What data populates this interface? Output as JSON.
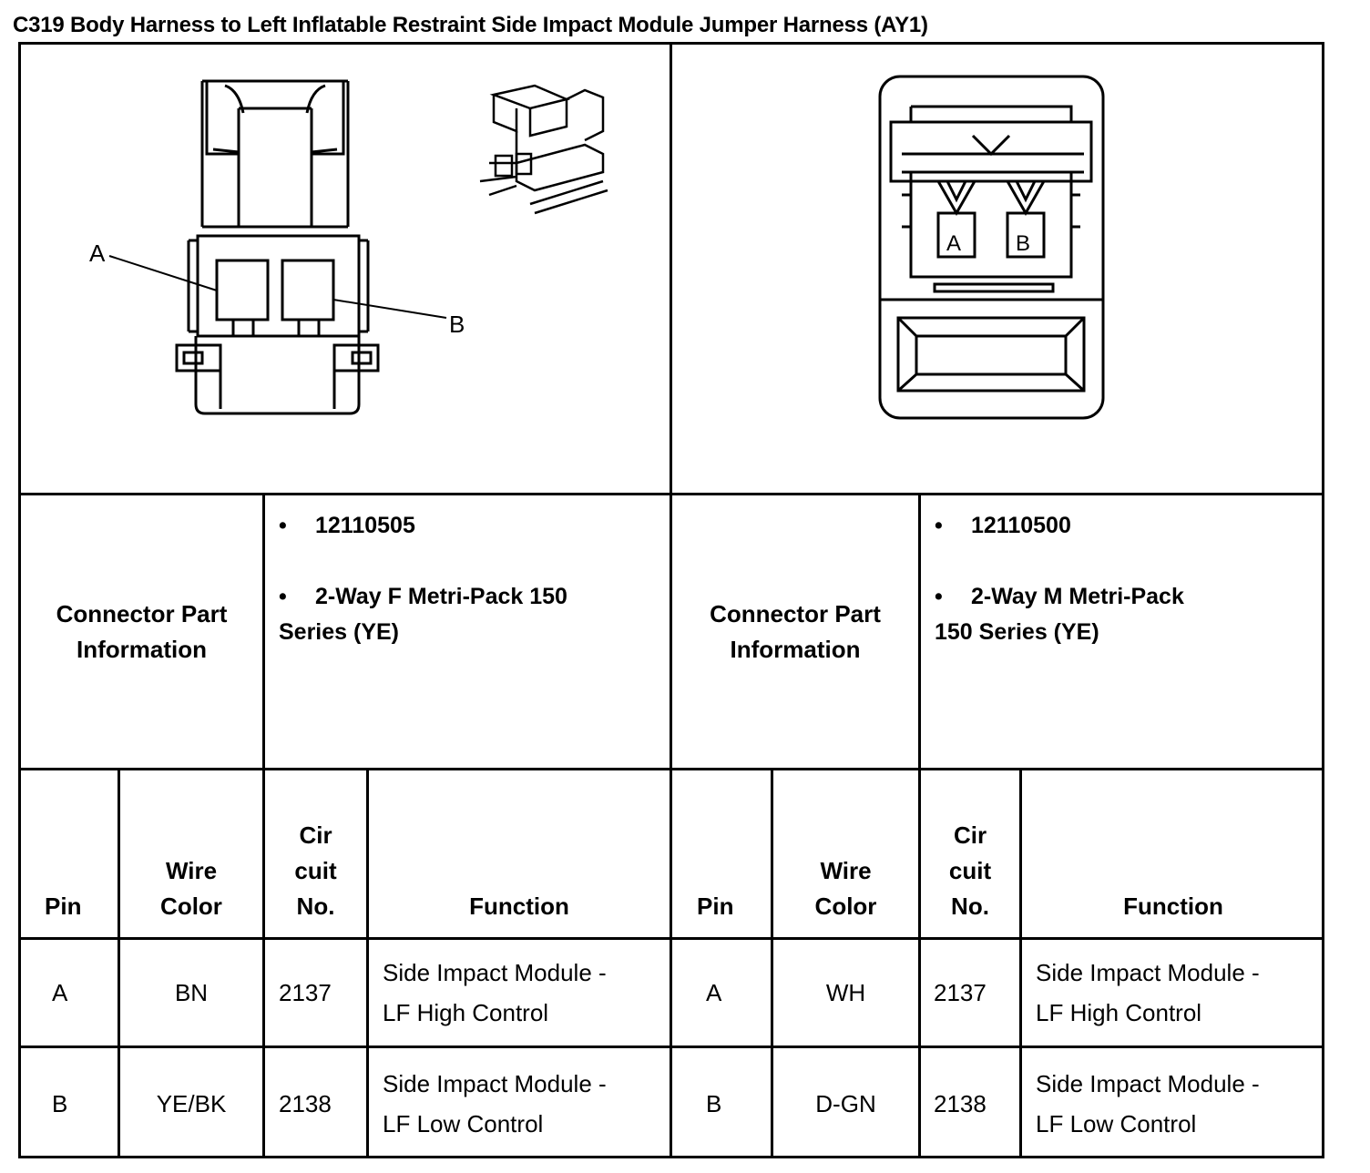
{
  "title": "C319 Body Harness to Left Inflatable Restraint Side Impact Module Jumper Harness (AY1)",
  "left_drawing": {
    "label_a": "A",
    "label_b": "B"
  },
  "right_drawing": {
    "label_a": "A",
    "label_b": "B"
  },
  "left_connector": {
    "info_label": "Connector Part Information",
    "part_number": "12110505",
    "description_line1": "2-Way F Metri-Pack 150",
    "description_line2": "Series (YE)"
  },
  "right_connector": {
    "info_label": "Connector Part Information",
    "part_number": "12110500",
    "description_line1": "2-Way M Metri-Pack",
    "description_line2": "150 Series (YE)"
  },
  "bullet": "•",
  "columns": {
    "pin": "Pin",
    "wire_color": "Wire Color",
    "circuit": "Cir cuit No.",
    "function": "Function"
  },
  "left_rows": [
    {
      "pin": "A",
      "color": "BN",
      "circuit": "2137",
      "function_l1": "Side Impact Module -",
      "function_l2": "LF High Control"
    },
    {
      "pin": "B",
      "color": "YE/BK",
      "circuit": "2138",
      "function_l1": "Side Impact Module -",
      "function_l2": "LF Low Control"
    }
  ],
  "right_rows": [
    {
      "pin": "A",
      "color": "WH",
      "circuit": "2137",
      "function_l1": "Side Impact Module -",
      "function_l2": "LF High Control"
    },
    {
      "pin": "B",
      "color": "D-GN",
      "circuit": "2138",
      "function_l1": "Side Impact Module -",
      "function_l2": "LF Low Control"
    }
  ]
}
